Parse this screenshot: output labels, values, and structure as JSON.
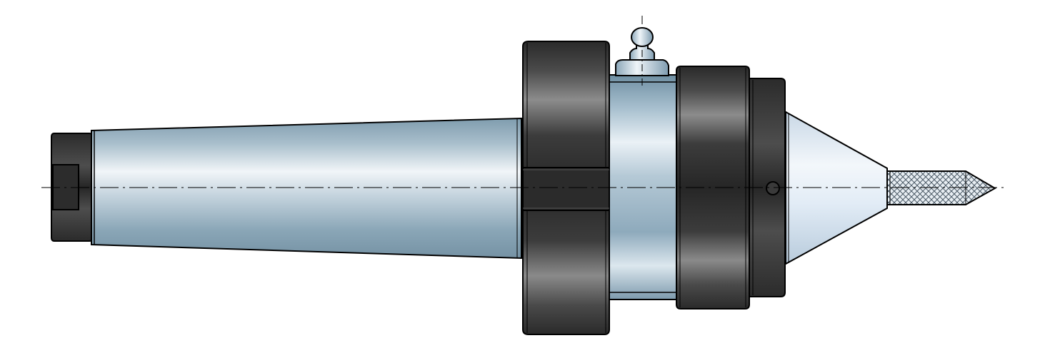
{
  "diagram": {
    "subject": "live-center",
    "components": [
      "rear-nut",
      "morse-taper-shank",
      "front-ring",
      "bearing-body",
      "grease-nipple",
      "rear-ring",
      "lock-nut",
      "cone-point",
      "knurled-tip",
      "centerline"
    ],
    "colors": {
      "outline": "#000000",
      "steel_dark": "#7d9bad",
      "steel_light": "#eef3f7",
      "steel_mid": "#b9cad6",
      "blackened": "#2f2f2f",
      "blackened_highlight": "#8a8a8a",
      "cone_light": "#e7f0fa",
      "background": "#ffffff"
    }
  }
}
